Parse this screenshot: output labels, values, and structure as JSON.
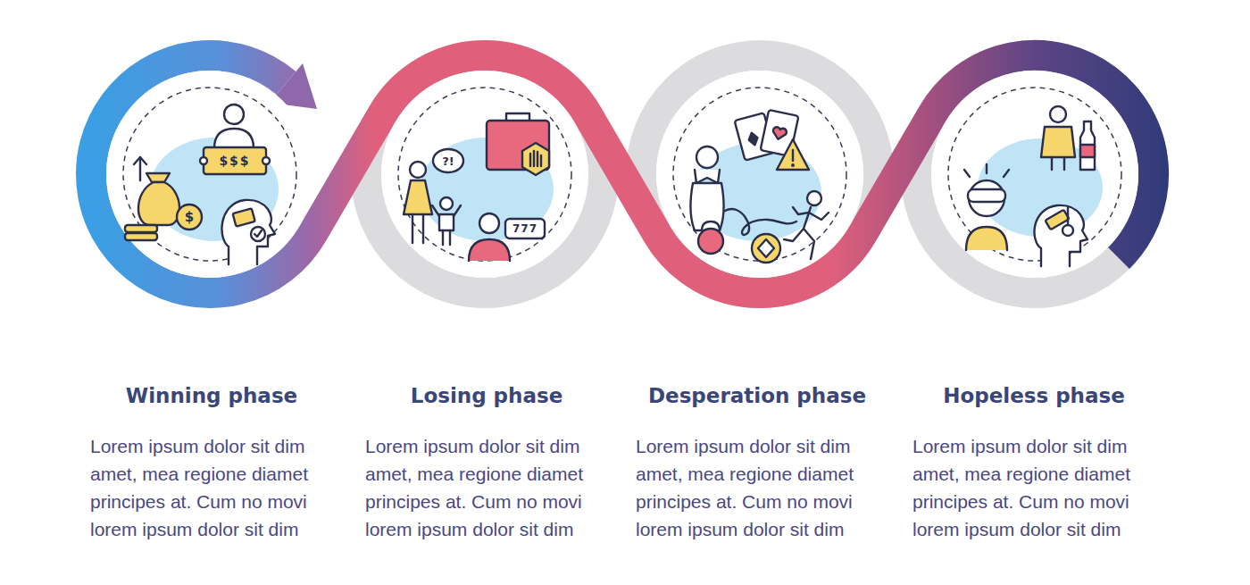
{
  "diagram": {
    "nodes": [
      {
        "text": [
          "Winning phase",
          "Lorem ipsum dolor sit dim amet, mea regione diamet principes at. Cum no movi lorem ipsum dolor sit dim"
        ]
      },
      {
        "text": [
          "Losing phase",
          "Lorem ipsum dolor sit dim amet, mea regione diamet principes at. Cum no movi lorem ipsum dolor sit dim"
        ]
      },
      {
        "text": [
          "Desperation phase",
          "Lorem ipsum dolor sit dim amet, mea regione diamet principes at. Cum no movi lorem ipsum dolor sit dim"
        ]
      },
      {
        "text": [
          "Hopeless phase",
          "Lorem ipsum dolor sit dim amet, mea regione diamet principes at. Cum no movi lorem ipsum dolor sit dim"
        ]
      }
    ],
    "labels": [
      "$$$",
      "$",
      "?!",
      "777"
    ]
  }
}
